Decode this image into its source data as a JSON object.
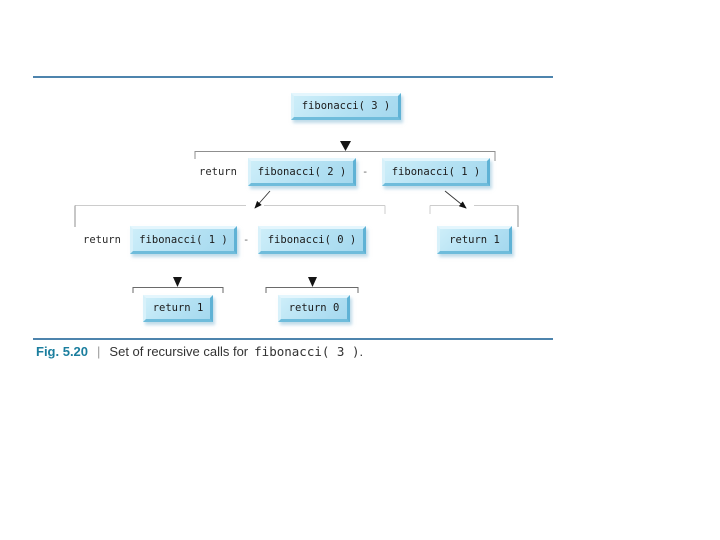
{
  "caption": {
    "fig_label": "Fig. 5.20",
    "separator": "|",
    "text": "Set of recursive calls for",
    "code": "fibonacci( 3 )",
    "period": "."
  },
  "diagram": {
    "nodes": {
      "fib3": {
        "label": "fibonacci( 3 )"
      },
      "fib2": {
        "label": "fibonacci( 2 )"
      },
      "fib1_top": {
        "label": "fibonacci( 1 )"
      },
      "fib1_left": {
        "label": "fibonacci( 1 )"
      },
      "fib0": {
        "label": "fibonacci( 0 )"
      },
      "ret1_right": {
        "label": "return 1"
      },
      "ret1_bottom": {
        "label": "return 1"
      },
      "ret0_bottom": {
        "label": "return 0"
      }
    },
    "labels": {
      "return_level2": "return",
      "return_level3": "return",
      "operator_level2": "-",
      "operator_level3": "-"
    },
    "colors": {
      "box_fill": "#b4e1f3",
      "rule": "#4d84ad",
      "caption_label": "#1b7e9e"
    }
  }
}
